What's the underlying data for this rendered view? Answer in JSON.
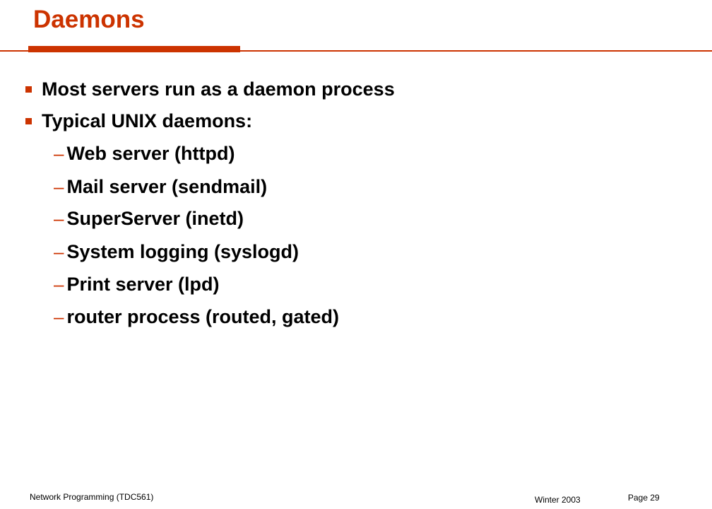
{
  "slide": {
    "title": "Daemons",
    "bullets": [
      {
        "level": 1,
        "text": "Most servers run as a daemon process"
      },
      {
        "level": 1,
        "text": "Typical UNIX daemons:"
      },
      {
        "level": 2,
        "text": "Web server (httpd)"
      },
      {
        "level": 2,
        "text": "Mail server (sendmail)"
      },
      {
        "level": 2,
        "text": "SuperServer (inetd)"
      },
      {
        "level": 2,
        "text": "System logging (syslogd)"
      },
      {
        "level": 2,
        "text": "Print server (lpd)"
      },
      {
        "level": 2,
        "text": "router process (routed, gated)"
      }
    ],
    "dash_glyph": "–"
  },
  "footer": {
    "course": "Network Programming  (TDC561)",
    "term": "Winter  2003",
    "page": "Page 29"
  },
  "colors": {
    "accent": "#cc3300",
    "rule": "#cc3300",
    "text": "#000000"
  }
}
